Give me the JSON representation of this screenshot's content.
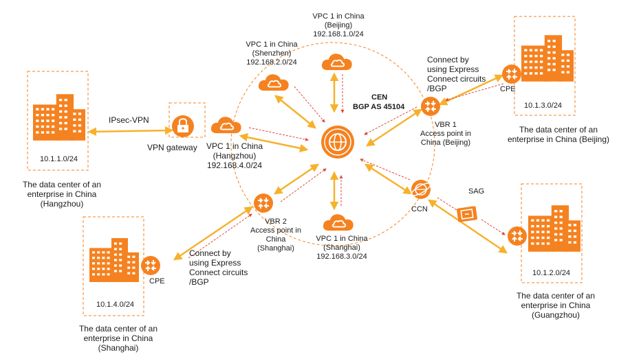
{
  "colors": {
    "accent": "#f58220",
    "arrow": "#f6b12c",
    "dashed": "#e0463c",
    "circle": "#f58220"
  },
  "cen": {
    "title": "CEN",
    "subtitle": "BGP AS 45104",
    "icon": "globe-icon"
  },
  "vpcs": {
    "beijing": {
      "line1": "VPC 1 in China",
      "line2": "(Beijing)",
      "cidr": "192.168.1.0/24"
    },
    "shenzhen": {
      "line1": "VPC 1 in China",
      "line2": "(Shenzhen)",
      "cidr": "192.168.2.0/24"
    },
    "hangzhou": {
      "line1": "VPC 1 in China",
      "line2": "(Hangzhou)",
      "cidr": "192.168.4.0/24"
    },
    "shanghai": {
      "line1": "VPC 1 in China",
      "line2": "(Shanghai)",
      "cidr": "192.168.3.0/24"
    }
  },
  "vbr1": {
    "name": "VBR 1",
    "line2": "Access point in",
    "line3": "China (Beijing)"
  },
  "vbr2": {
    "name": "VBR 2",
    "line2": "Access point in",
    "line3": "China",
    "line4": "(Shanghai)"
  },
  "ccn": {
    "name": "CCN"
  },
  "sag": {
    "name": "SAG"
  },
  "vpn": {
    "gateway": "VPN gateway",
    "link": "IPsec-VPN"
  },
  "express_top": {
    "line1": "Connect by",
    "line2": "using Express",
    "line3": "Connect circuits",
    "line4": "/BGP"
  },
  "express_bottom": {
    "line1": "Connect by",
    "line2": "using Express",
    "line3": "Connect circuits",
    "line4": "/BGP"
  },
  "datacenters": {
    "hangzhou": {
      "cidr": "10.1.1.0/24",
      "line1": "The data center of an",
      "line2": "enterprise in China",
      "line3": "(Hangzhou)"
    },
    "beijing": {
      "cidr": "10.1.3.0/24",
      "cpe": "CPE",
      "line1": "The data center of an",
      "line2": "enterprise in China (Beijing)"
    },
    "guangzhou": {
      "cidr": "10.1.2.0/24",
      "line1": "The data center of an",
      "line2": "enterprise in China",
      "line3": "(Guangzhou)"
    },
    "shanghai": {
      "cidr": "10.1.4.0/24",
      "cpe": "CPE",
      "line1": "The data center of an",
      "line2": "enterprise in China",
      "line3": "(Shanghai)"
    }
  }
}
